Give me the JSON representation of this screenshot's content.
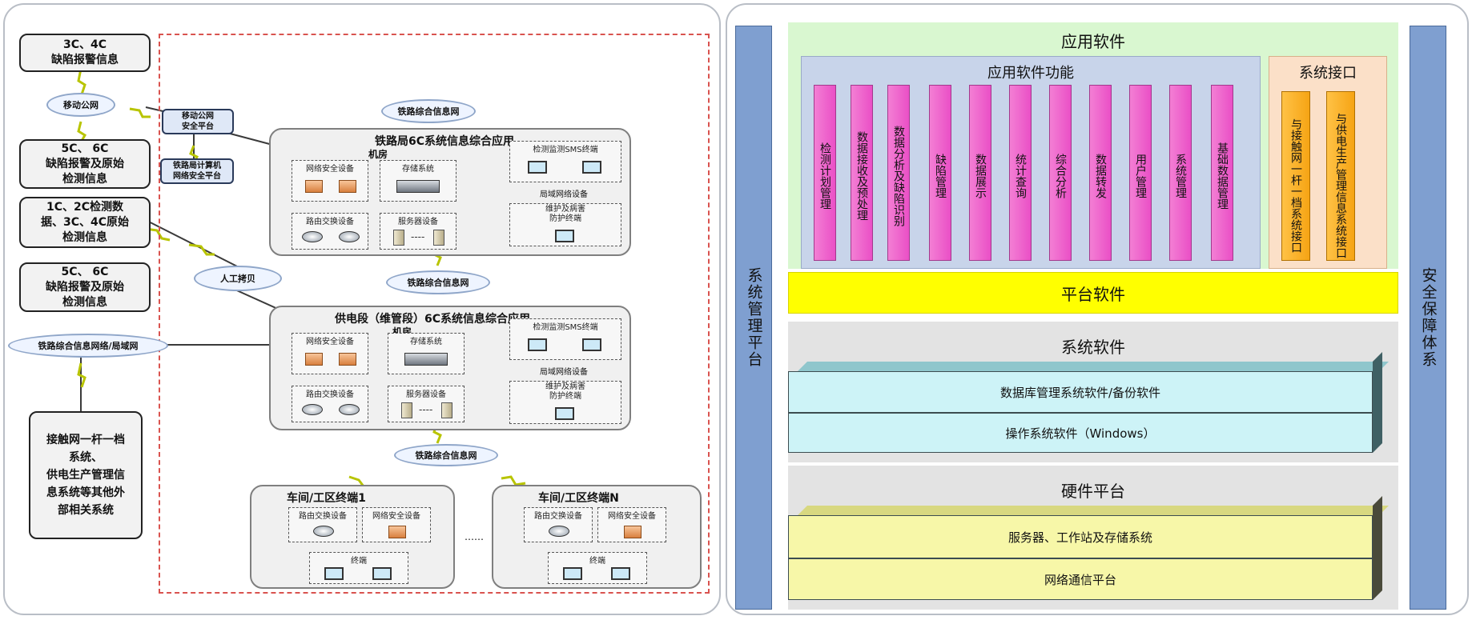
{
  "network_diagram": {
    "sources": [
      {
        "text": "3C、4C\n缺陷报警信息"
      },
      {
        "text": "5C、 6C\n缺陷报警及原始\n检测信息"
      },
      {
        "text": "1C、2C检测数\n据、3C、4C原始\n检测信息"
      },
      {
        "text": "5C、 6C\n缺陷报警及原始\n检测信息"
      },
      {
        "text": "接触网一杆一档\n系统、\n供电生产管理信\n息系统等其他外\n部相关系统"
      }
    ],
    "clouds": {
      "mobile": "移动公网",
      "rail_top": "铁路综合信息网",
      "manual_copy": "人工拷贝",
      "rail_mid": "铁路综合信息网",
      "rail_lan": "铁路综合信息网络/局域网",
      "rail_bottom": "铁路综合信息网"
    },
    "security": {
      "mobile_platform": "移动公网\n安全平台",
      "bureau_platform": "铁路局计算机\n网络安全平台"
    },
    "bureau_room": {
      "title": "铁路局6C系统信息综合应用",
      "subtitle": "机房",
      "net_security": "网络安全设备",
      "storage": "存储系统",
      "monitor_terminal": "检测监测SMS终端",
      "lan_device": "局域网络设备",
      "router": "路由交换设备",
      "server": "服务器设备",
      "maintenance": "维护及病害\n防护终端"
    },
    "depot_room": {
      "title": "供电段（维管段）6C系统信息综合应用",
      "subtitle": "机房",
      "net_security": "网络安全设备",
      "storage": "存储系统",
      "monitor_terminal": "检测监测SMS终端",
      "lan_device": "局域网络设备",
      "router": "路由交换设备",
      "server": "服务器设备",
      "maintenance": "维护及病害\n防护终端"
    },
    "workshop_1": {
      "title": "车间/工区终端1",
      "router": "路由交换设备",
      "net_security": "网络安全设备",
      "terminal": "终端"
    },
    "workshop_n": {
      "title": "车间/工区终端N",
      "router": "路由交换设备",
      "net_security": "网络安全设备",
      "terminal": "终端"
    },
    "ellipsis": "……"
  },
  "architecture": {
    "left_column": "系统管理平台",
    "right_column": "安全保障体系",
    "app_software": {
      "title": "应用软件",
      "functions_title": "应用软件功能",
      "functions": [
        "检测计划管理",
        "数据接收及预处理",
        "数据分析及缺陷识别",
        "缺陷管理",
        "数据展示",
        "统计查询",
        "综合分析",
        "数据转发",
        "用户管理",
        "系统管理",
        "基础数据管理"
      ],
      "interface_title": "系统接口",
      "interfaces": [
        "与接触网一杆一档系统接口",
        "与供电生产管理信息系统接口"
      ]
    },
    "platform_software": "平台软件",
    "system_software": {
      "title": "系统软件",
      "layers": [
        "数据库管理系统软件/备份软件",
        "操作系统软件（Windows）"
      ]
    },
    "hardware": {
      "title": "硬件平台",
      "layers": [
        "服务器、工作站及存储系统",
        "网络通信平台"
      ]
    },
    "colors": {
      "side_column": "#7f9fd0",
      "app_zone": "#d9f7d0",
      "function_column": "#ea4fc6",
      "interface_column": "#f6a414",
      "platform": "#ffff00",
      "system_layer": "#cdf3f7",
      "hardware_layer": "#f7f7a8"
    }
  }
}
